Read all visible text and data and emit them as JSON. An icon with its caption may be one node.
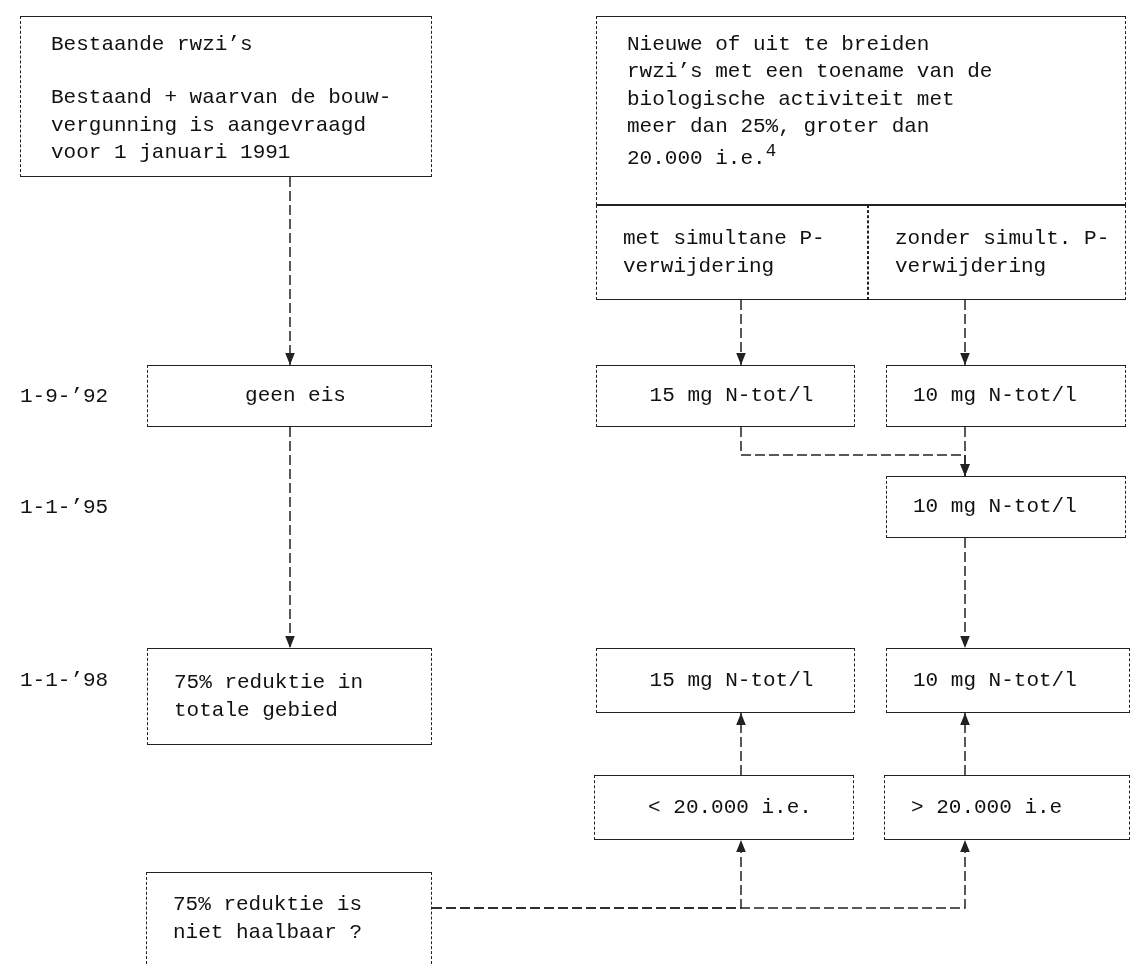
{
  "diagram": {
    "nodes": [
      {
        "text": [
          "Bestaande rwzi’s",
          "Bestaand + waarvan de bouw- vergunning is aangevraagd voor 1 januari 1991"
        ]
      },
      {
        "text": [
          "Nieuwe of uit te breiden rwzi’s met een toename van de biologische activiteit met meer dan 25%, groter dan 20.000 i.e.$^{4}$"
        ]
      },
      {
        "text": [
          "met simultane P-verwijdering"
        ]
      },
      {
        "text": [
          "zonder simult. P-verwijdering"
        ]
      },
      {
        "text": [
          "geen eis"
        ],
        "beside": [
          "1-9-’92"
        ]
      },
      {
        "text": [
          "15 mg N-tot/l"
        ]
      },
      {
        "text": [
          "10 mg N-tot/l"
        ]
      },
      {
        "text": [
          "10 mg N-tot/l"
        ]
      },
      {
        "text": [
          "75% reduktie in totale gebied"
        ],
        "beside": [
          "1-1-’98"
        ]
      },
      {
        "text": [
          "15 mg N-tot/l"
        ]
      },
      {
        "text": [
          "10 mg N-tot/l"
        ]
      },
      {
        "text": [
          "< 20.000 i.e."
        ]
      },
      {
        "text": [
          "> 20.000 i.e"
        ]
      },
      {
        "text": [
          "75% reduktie is niet haalbaar ?"
        ]
      }
    ],
    "edges": [
      {
        "from": 0,
        "to": 4,
        "arrow": "to"
      },
      {
        "from": 4,
        "to": 8,
        "arrow": "to"
      },
      {
        "from": 2,
        "to": 5,
        "arrow": "to"
      },
      {
        "from": 3,
        "to": 6,
        "arrow": "to"
      },
      {
        "from": 5,
        "to": 7,
        "arrow": "to"
      },
      {
        "from": 6,
        "to": 7,
        "arrow": "to"
      },
      {
        "from": 7,
        "to": 10,
        "arrow": "to"
      },
      {
        "from": 11,
        "to": 9,
        "arrow": "to"
      },
      {
        "from": 12,
        "to": 10,
        "arrow": "to"
      },
      {
        "from": 13,
        "to": 11,
        "arrow": "to"
      },
      {
        "from": 13,
        "to": 12,
        "arrow": "to"
      }
    ],
    "labels": [
      "1-1-’95"
    ]
  }
}
